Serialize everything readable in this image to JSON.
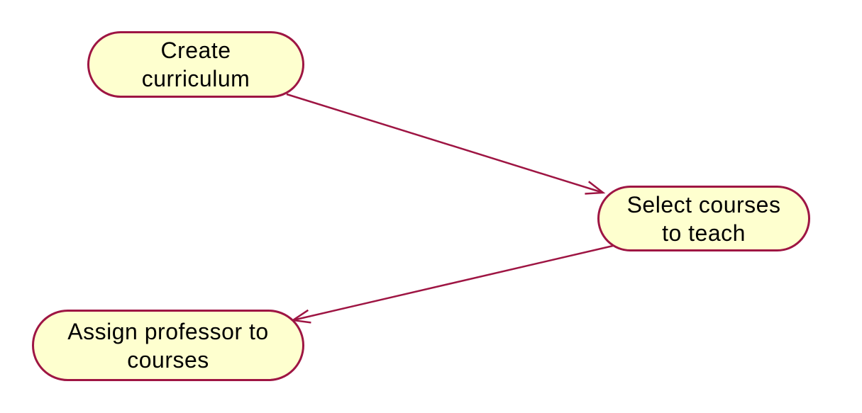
{
  "diagram": {
    "type": "uml-activity-diagram",
    "colors": {
      "background": "#ffffff",
      "node_fill": "#feffcf",
      "node_border": "#9e1543",
      "edge": "#9e1543",
      "text": "#000000"
    },
    "nodes": [
      {
        "id": "create-curriculum",
        "label": "Create\ncurriculum"
      },
      {
        "id": "select-courses-to-teach",
        "label": "Select courses\nto teach"
      },
      {
        "id": "assign-professor-to-courses",
        "label": "Assign professor to\ncourses"
      }
    ],
    "edges": [
      {
        "from": "create-curriculum",
        "to": "select-courses-to-teach",
        "arrow": "open-arrowhead"
      },
      {
        "from": "select-courses-to-teach",
        "to": "assign-professor-to-courses",
        "arrow": "open-arrowhead"
      }
    ]
  }
}
